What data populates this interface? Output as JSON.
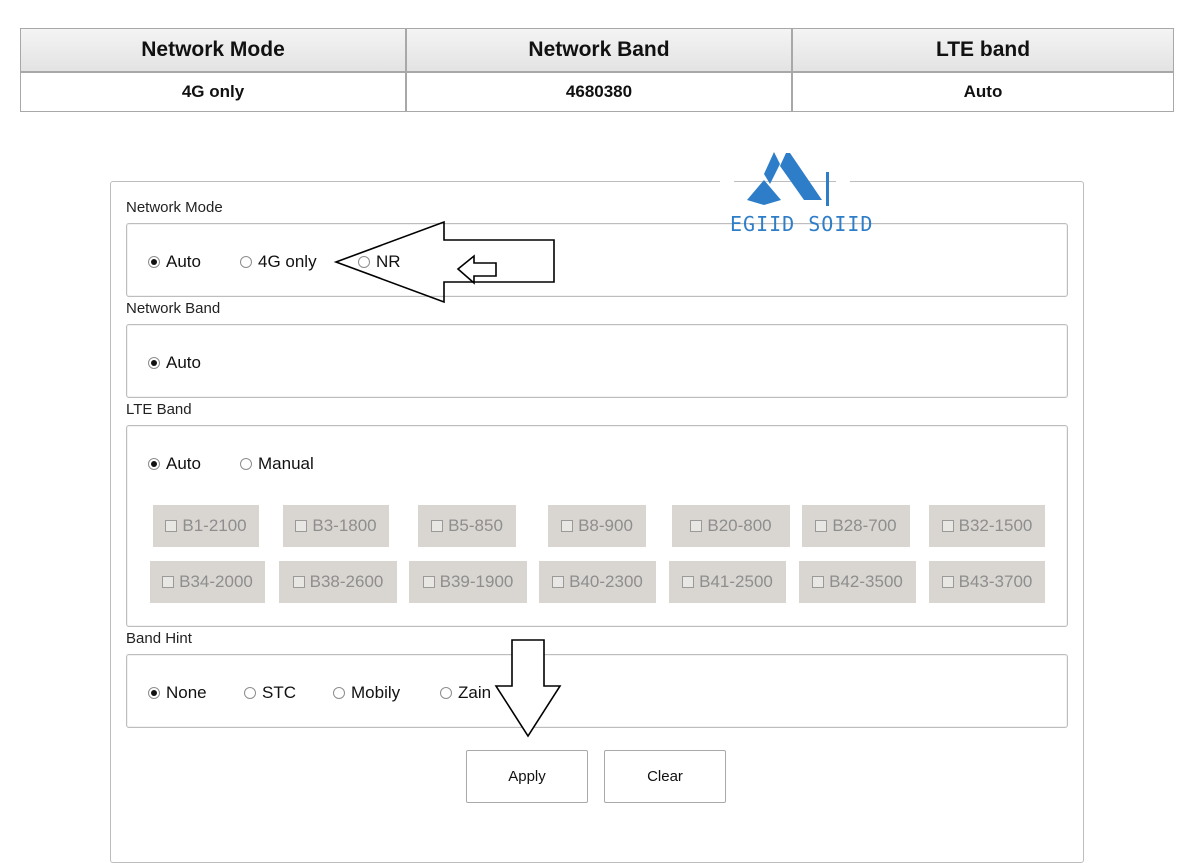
{
  "summary": {
    "headers": [
      "Network Mode",
      "Network Band",
      "LTE band"
    ],
    "values": [
      "4G only",
      "4680380",
      "Auto"
    ]
  },
  "network_mode": {
    "label": "Network Mode",
    "options": [
      "Auto",
      "4G only",
      "NR"
    ],
    "selected": "Auto"
  },
  "network_band": {
    "label": "Network Band",
    "options": [
      "Auto"
    ],
    "selected": "Auto"
  },
  "lte_band": {
    "label": "LTE Band",
    "options": [
      "Auto",
      "Manual"
    ],
    "selected": "Auto",
    "bands_row1": [
      "B1-2100",
      "B3-1800",
      "B5-850",
      "B8-900",
      "B20-800",
      "B28-700",
      "B32-1500"
    ],
    "bands_row2": [
      "B34-2000",
      "B38-2600",
      "B39-1900",
      "B40-2300",
      "B41-2500",
      "B42-3500",
      "B43-3700"
    ]
  },
  "band_hint": {
    "label": "Band Hint",
    "options": [
      "None",
      "STC",
      "Mobily",
      "Zain"
    ],
    "selected": "None"
  },
  "buttons": {
    "apply": "Apply",
    "clear": "Clear"
  },
  "watermark": {
    "text": "EGIID SOIID"
  },
  "colors": {
    "logo": "#2e7dc8",
    "disabled_band": "#d9d6d2",
    "header_bg": "#e8e8e8"
  }
}
